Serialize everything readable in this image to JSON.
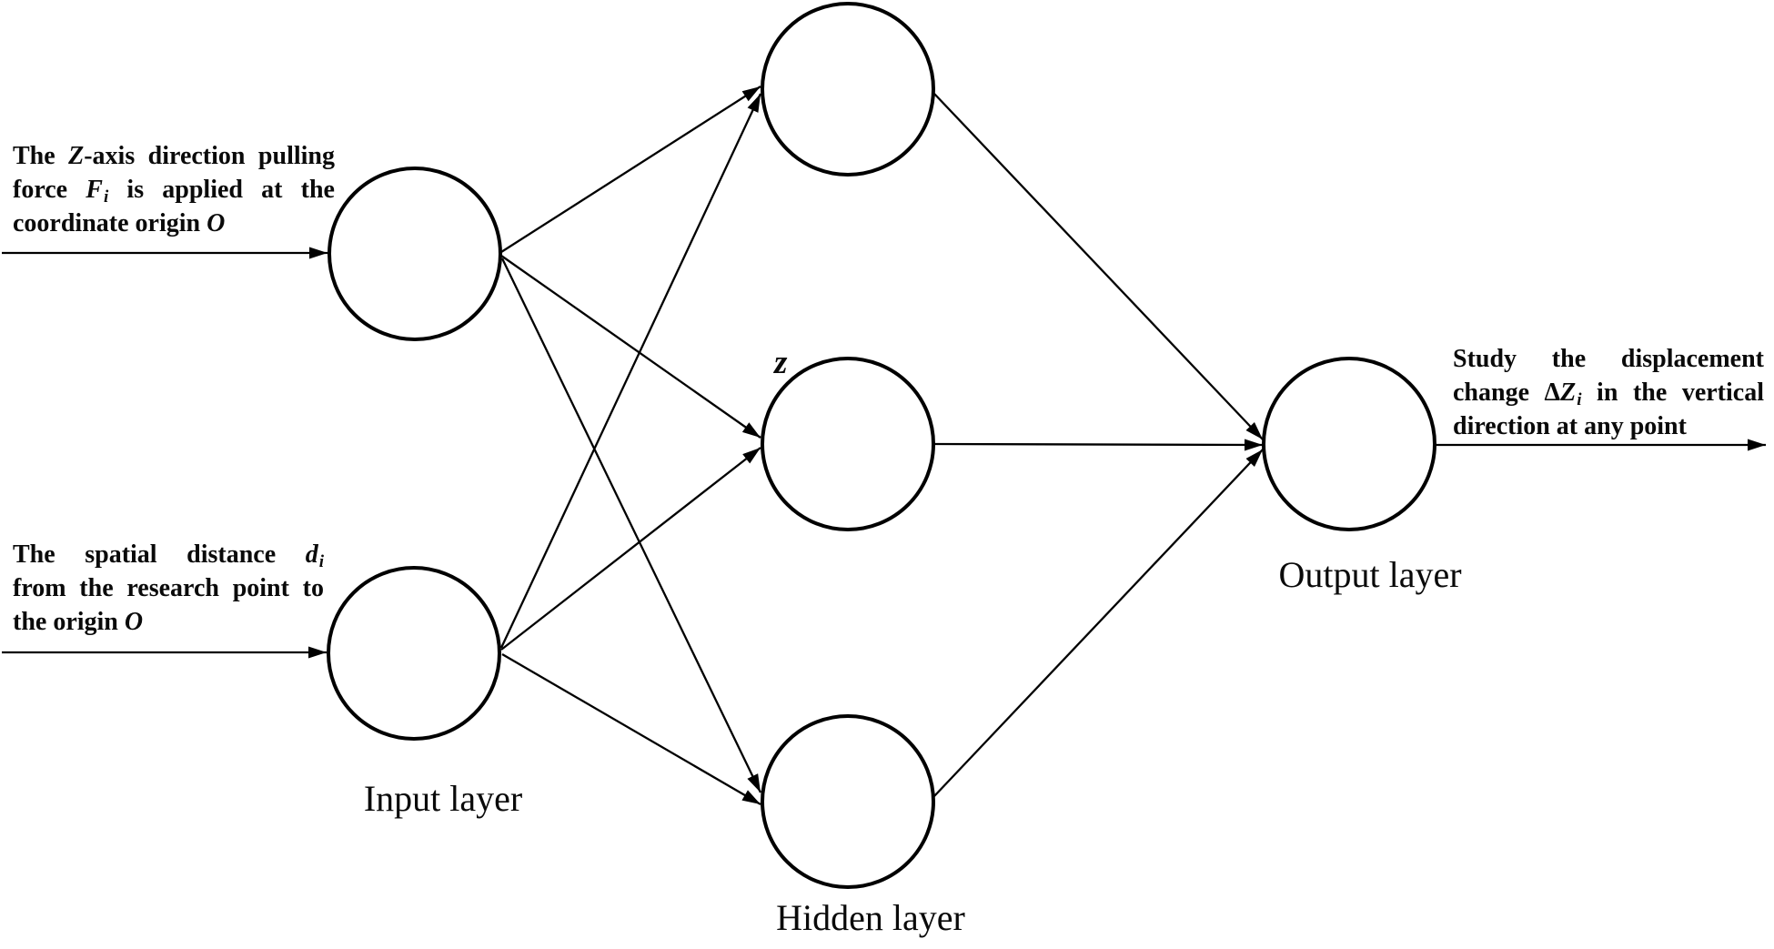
{
  "figure": {
    "background": "#ffffff",
    "ink": "#000000"
  },
  "diagram": {
    "type": "neural-network",
    "layers": [
      {
        "name": "input",
        "node_count": 2
      },
      {
        "name": "hidden",
        "node_count": 3
      },
      {
        "name": "output",
        "node_count": 1
      }
    ]
  },
  "annotations": {
    "force": {
      "l1_pre": "The ",
      "l1_var": "Z",
      "l1_post": "-axis direction pulling",
      "l2_pre": "force ",
      "l2_var": "F",
      "l2_sub": "i",
      "l2_post": " is applied at the",
      "l3_pre": "coordinate origin ",
      "l3_var": "O"
    },
    "distance": {
      "l1_pre": "The spatial distance ",
      "l1_var": "d",
      "l1_sub": "i",
      "l2": "from the research point to",
      "l3_pre": "the origin ",
      "l3_var": "O"
    },
    "output": {
      "l1": "Study the displacement",
      "l2_pre": "change Δ",
      "l2_var": "Z",
      "l2_sub": "i",
      "l2_post": " in the vertical",
      "l3": "direction at any point"
    }
  },
  "labels": {
    "input_layer": "Input layer",
    "hidden_layer": "Hidden layer",
    "output_layer": "Output layer",
    "hidden_node_annotation": "z"
  }
}
